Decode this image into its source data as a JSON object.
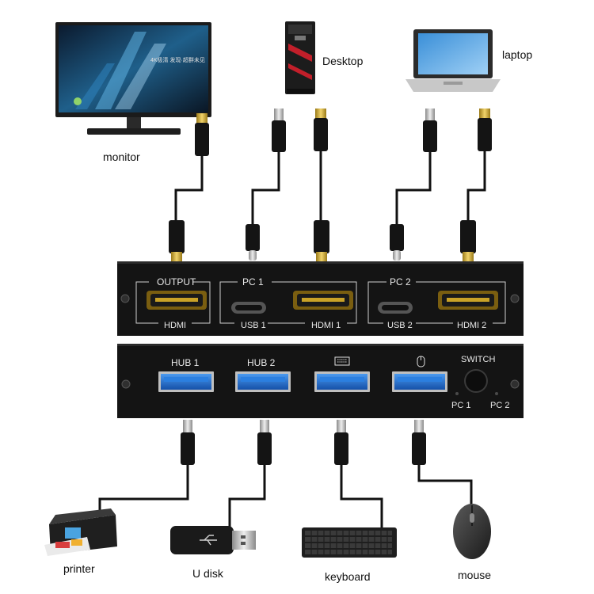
{
  "devices": {
    "monitor": "monitor",
    "desktop": "Desktop",
    "laptop": "laptop",
    "printer": "printer",
    "udisk": "U disk",
    "keyboard": "keyboard",
    "mouse": "mouse"
  },
  "monitor_screen_text": "4K极清 发现·超群未见",
  "front_panel": {
    "output_label": "OUTPUT",
    "output_port": "HDMI",
    "pc1_label": "PC 1",
    "pc1_usb": "USB 1",
    "pc1_hdmi": "HDMI 1",
    "pc2_label": "PC 2",
    "pc2_usb": "USB 2",
    "pc2_hdmi": "HDMI 2"
  },
  "back_panel": {
    "hub1": "HUB  1",
    "hub2": "HUB  2",
    "switch_label": "SWITCH",
    "led1": "PC 1",
    "led2": "PC 2"
  },
  "colors": {
    "panel": "#141414",
    "usb_blue": "#1c6fd0",
    "cable": "#111111",
    "gold": "#c9a227"
  }
}
